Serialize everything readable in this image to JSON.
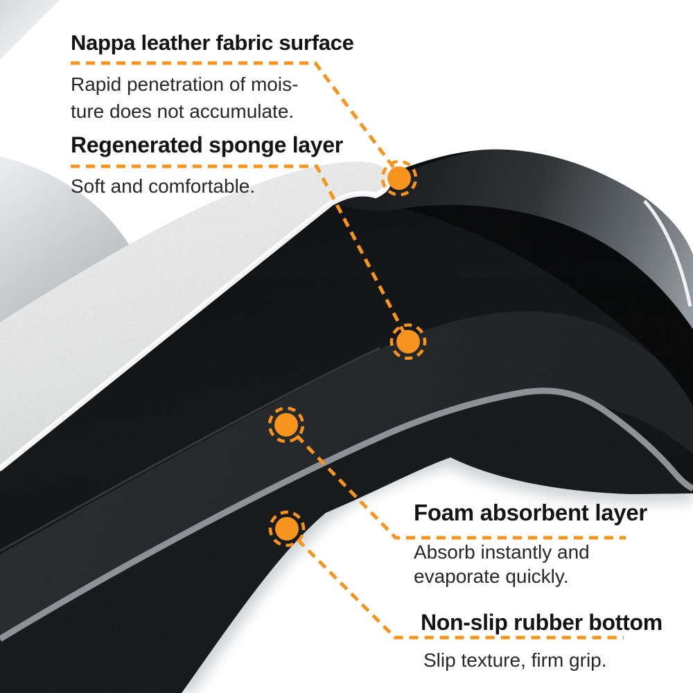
{
  "diagram_type": "product-layer-callout-diagram",
  "accent_color": "#F7941D",
  "product": {
    "description_visible": "cross-section of a layered absorbent floor mat",
    "layer_count": 4
  },
  "callouts": [
    {
      "title": "Nappa leather fabric surface",
      "lines": [
        "Rapid penetration of mois-",
        "ture does not accumulate."
      ],
      "marker": "orange-dot-with-dashed-ring"
    },
    {
      "title": "Regenerated sponge layer",
      "lines": [
        "Soft and comfortable."
      ],
      "marker": "orange-dot-with-dashed-ring"
    },
    {
      "title": "Foam absorbent layer",
      "lines": [
        "Absorb instantly and",
        "evaporate quickly."
      ],
      "marker": "orange-dot-with-dashed-ring"
    },
    {
      "title": "Non-slip rubber bottom",
      "lines": [
        "Slip texture, firm grip."
      ],
      "marker": "orange-dot-with-dashed-ring"
    }
  ]
}
